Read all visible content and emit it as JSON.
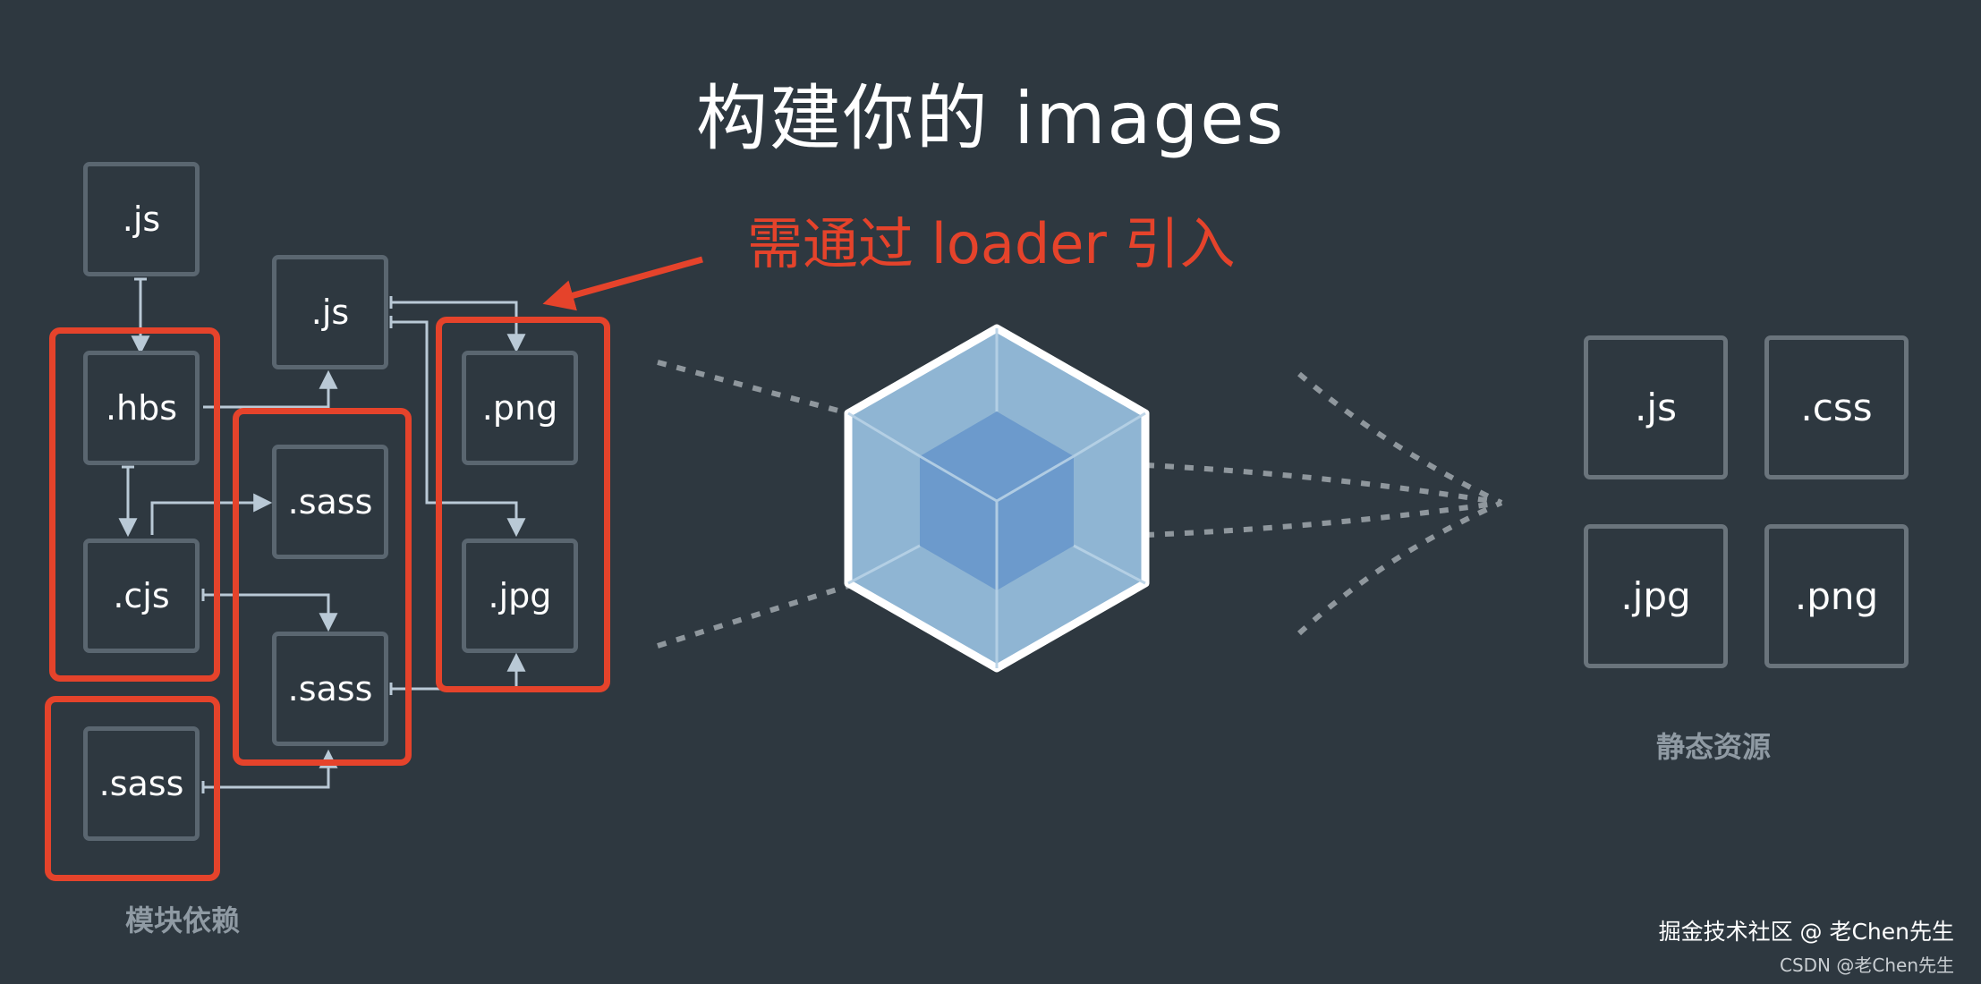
{
  "title": "构建你的 images",
  "callout": "需通过 loader 引入",
  "modules": {
    "js_top": ".js",
    "js_mid": ".js",
    "hbs": ".hbs",
    "cjs": ".cjs",
    "sass_left": ".sass",
    "sass_mid1": ".sass",
    "sass_mid2": ".sass",
    "png": ".png",
    "jpg": ".jpg"
  },
  "modules_caption": "模块依赖",
  "outputs": [
    ".js",
    ".css",
    ".jpg",
    ".png"
  ],
  "outputs_caption": "静态资源",
  "watermark": "掘金技术社区 @ 老Chen先生",
  "watermark_csdn": "CSDN @老Chen先生",
  "colors": {
    "background": "#2e3840",
    "highlight": "#e5432b",
    "box_border": "#5a6670",
    "connector": "#b9c9d6",
    "cube_outer": "#8fb5d3",
    "cube_inner": "#6c9acc"
  }
}
